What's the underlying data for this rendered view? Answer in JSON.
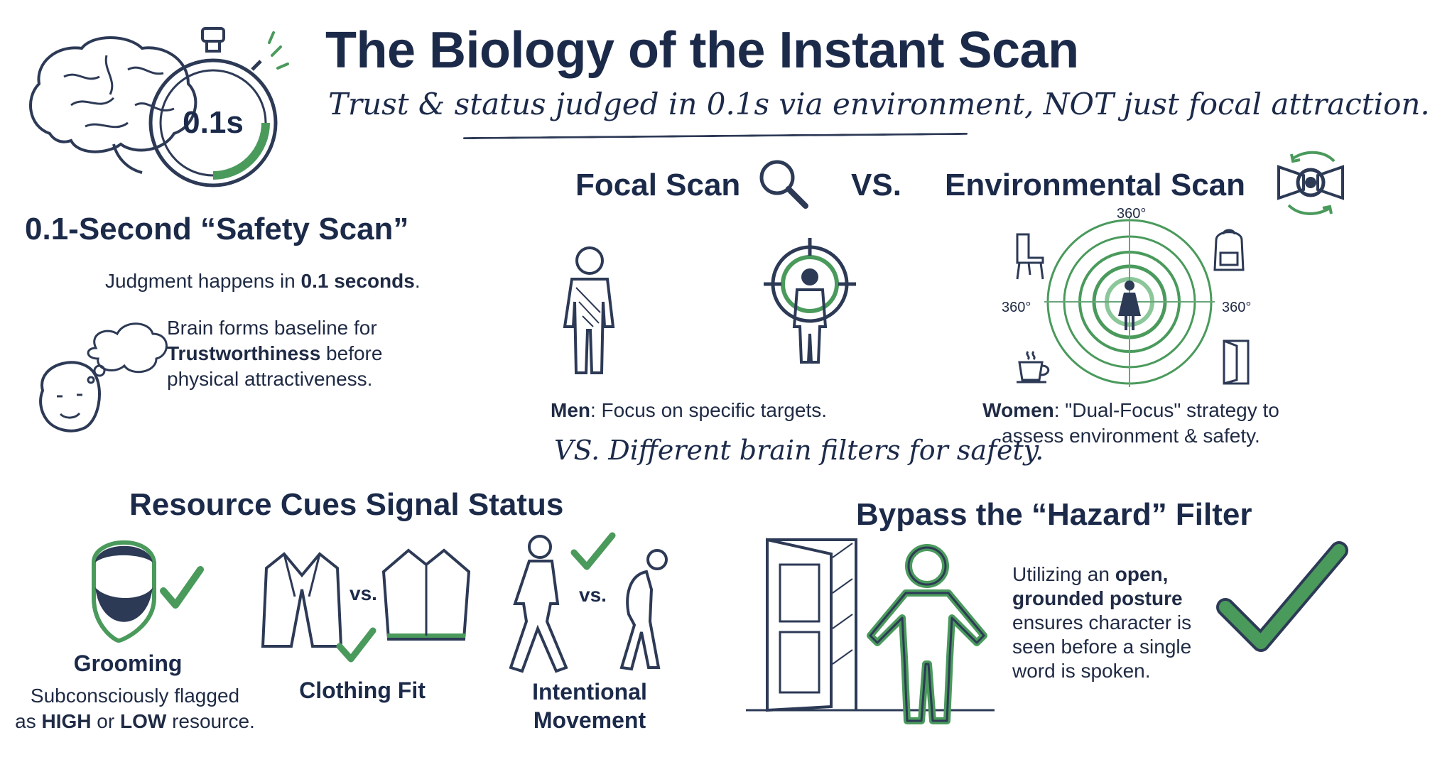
{
  "header": {
    "title": "The Biology of the Instant Scan",
    "subtitle": "Trust & status judged in 0.1s via environment, NOT just focal attraction.",
    "stopwatch_label": "0.1s"
  },
  "safety_scan": {
    "heading": "0.1-Second “Safety Scan”",
    "line1_pre": "Judgment happens in ",
    "line1_bold": "0.1 seconds",
    "line1_post": ".",
    "brain_line1": "Brain forms baseline for",
    "brain_bold": "Trustworthiness",
    "brain_line2_post": " before",
    "brain_line3": "physical attractiveness."
  },
  "scan_compare": {
    "focal_heading": "Focal Scan",
    "vs": "VS.",
    "env_heading": "Environmental Scan",
    "radar_top": "360°",
    "radar_left": "360°",
    "radar_right": "360°",
    "men_bold": "Men",
    "men_text": ": Focus on specific targets.",
    "women_bold": "Women",
    "women_text1": ": \"Dual-Focus\" strategy to",
    "women_text2": "assess environment & safety.",
    "vs_note": "VS. Different brain filters for safety."
  },
  "resource": {
    "heading": "Resource Cues Signal Status",
    "grooming_label": "Grooming",
    "grooming_desc1": "Subconsciously flagged",
    "grooming_desc2_pre": "as ",
    "grooming_high": "HIGH",
    "grooming_mid": " or ",
    "grooming_low": "LOW",
    "grooming_post": " resource.",
    "clothing_vs": "vs.",
    "clothing_label": "Clothing Fit",
    "movement_vs": "vs.",
    "movement_label1": "Intentional",
    "movement_label2": "Movement"
  },
  "hazard": {
    "heading": "Bypass the “Hazard” Filter",
    "line1_pre": "Utilizing an ",
    "line1_bold": "open,",
    "line2_bold": "grounded posture",
    "line3": "ensures character is",
    "line4": "seen before a single",
    "line5": "word is spoken."
  },
  "colors": {
    "navy": "#1c2a4a",
    "accent_green": "#4a9a5c",
    "light_green": "#8cc79a"
  }
}
